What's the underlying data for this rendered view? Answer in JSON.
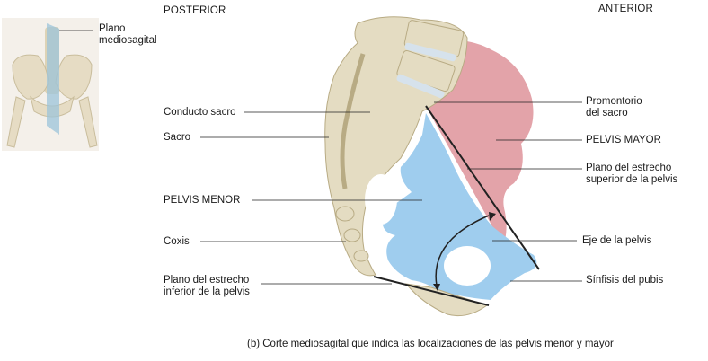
{
  "headers": {
    "posterior": "POSTERIOR",
    "anterior": "ANTERIOR"
  },
  "inset": {
    "plane_label": "Plano\nmediosagital"
  },
  "labels_left": {
    "conducto_sacro": "Conducto sacro",
    "sacro": "Sacro",
    "pelvis_menor": "PELVIS MENOR",
    "coxis": "Coxis",
    "plano_inferior": "Plano del estrecho\ninferior de la pelvis"
  },
  "labels_right": {
    "promontorio": "Promontorio\ndel sacro",
    "pelvis_mayor": "PELVIS MAYOR",
    "plano_superior": "Plano del estrecho\nsuperior de la pelvis",
    "eje": "Eje de la pelvis",
    "sinfisis": "Sínfisis del pubis"
  },
  "caption": "(b) Corte mediosagital que indica las localizaciones de las pelvis menor y mayor",
  "colors": {
    "bone": "#e4dcc2",
    "bone_dark": "#b8ab84",
    "disc": "#d6e2ec",
    "greater_pelvis": "#e3a3a9",
    "lesser_pelvis": "#9fcdee",
    "leader_line": "#222222"
  }
}
